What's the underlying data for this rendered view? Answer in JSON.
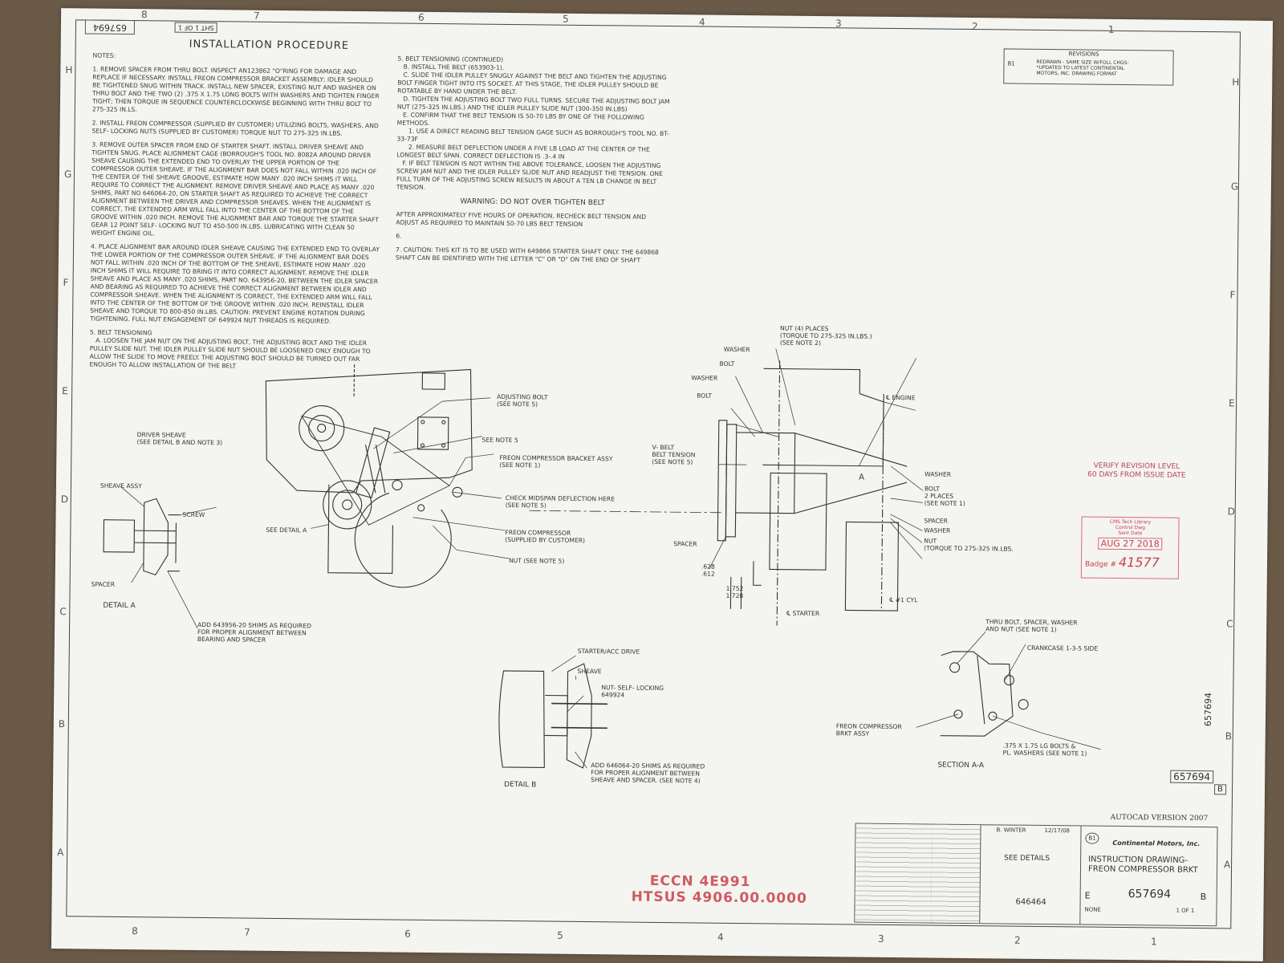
{
  "header": {
    "doc_no_rotated": "657694",
    "sheet": "SHT 1 OF 1",
    "title": "INSTALLATION PROCEDURE"
  },
  "zones": {
    "columns": [
      "8",
      "7",
      "6",
      "5",
      "4",
      "3",
      "2",
      "1"
    ],
    "rows": [
      "H",
      "G",
      "F",
      "E",
      "D",
      "C",
      "B",
      "A"
    ]
  },
  "notes": {
    "heading": "NOTES:",
    "n1": "1. REMOVE SPACER FROM THRU BOLT. INSPECT AN123862 \"O\"RING FOR DAMAGE AND REPLACE IF NECESSARY. INSTALL FREON COMPRESSOR BRACKET ASSEMBLY; IDLER SHOULD BE TIGHTENED SNUG WITHIN TRACK. INSTALL NEW SPACER, EXISTING NUT AND WASHER ON THRU BOLT AND THE TWO (2) .375 X 1.75 LONG BOLTS WITH WASHERS AND TIGHTEN FINGER TIGHT; THEN TORQUE IN SEQUENCE COUNTERCLOCKWISE BEGINNING WITH THRU BOLT TO 275-325 IN.LS.",
    "n2": "2. INSTALL FREON COMPRESSOR (SUPPLIED BY CUSTOMER) UTILIZING BOLTS, WASHERS, AND SELF- LOCKING NUTS (SUPPLIED BY CUSTOMER) TORQUE NUT TO 275-325 IN.LBS.",
    "n3": "3. REMOVE OUTER SPACER FROM END OF STARTER SHAFT. INSTALL DRIVER SHEAVE AND TIGHTEN SNUG. PLACE ALIGNMENT CAGE (BORROUGH'S TOOL NO. 8082A AROUND DRIVER SHEAVE CAUSING THE EXTENDED END TO OVERLAY THE UPPER PORTION OF THE COMPRESSOR OUTER SHEAVE. IF THE ALIGNMENT BAR DOES NOT FALL WITHIN .020 INCH OF THE CENTER OF THE SHEAVE GROOVE, ESTIMATE HOW MANY .020 INCH SHIMS IT WILL REQUIRE TO CORRECT THE ALIGNMENT. REMOVE DRIVER SHEAVE AND PLACE AS MANY .020 SHIMS, PART NO 646064-20, ON STARTER SHAFT AS REQUIRED TO ACHIEVE THE CORRECT ALIGNMENT BETWEEN THE DRIVER AND COMPRESSOR SHEAVES. WHEN THE ALIGNMENT IS CORRECT, THE EXTENDED ARM WILL FALL INTO THE CENTER OF THE BOTTOM OF THE GROOVE WITHIN .020 INCH. REMOVE THE ALIGNMENT BAR AND TORQUE THE STARTER SHAFT GEAR 12 POINT SELF- LOCKING NUT TO 450-500 IN.LBS. LUBRICATING WITH CLEAN 50 WEIGHT ENGINE OIL.",
    "n4": "4. PLACE ALIGNMENT BAR AROUND IDLER SHEAVE CAUSING THE EXTENDED END TO OVERLAY THE LOWER PORTION OF THE COMPRESSOR OUTER SHEAVE. IF THE ALIGNMENT BAR DOES NOT FALL WITHIN .020 INCH OF THE BOTTOM OF THE SHEAVE, ESTIMATE HOW MANY .020 INCH SHIMS IT WILL REQUIRE TO BRING IT INTO CORRECT ALIGNMENT. REMOVE THE IDLER SHEAVE AND PLACE AS MANY .020 SHIMS, PART NO. 643956-20, BETWEEN THE IDLER SPACER AND BEARING AS REQUIRED TO ACHIEVE THE CORRECT ALIGNMENT BETWEEN IDLER AND COMPRESSOR SHEAVE. WHEN THE ALIGNMENT IS CORRECT, THE EXTENDED ARM WILL FALL INTO THE CENTER OF THE BOTTOM OF THE GROOVE WITHIN .020 INCH. REINSTALL IDLER SHEAVE AND TORQUE TO 800-850 IN.LBS. CAUTION: PREVENT ENGINE ROTATION DURING TIGHTENING. FULL NUT ENGAGEMENT OF 649924 NUT THREADS IS REQUIRED.",
    "n5": "5. BELT TENSIONING\n   A. LOOSEN THE JAM NUT ON THE ADJUSTING BOLT, THE ADJUSTING BOLT AND THE IDLER PULLEY SLIDE NUT. THE IDLER PULLEY SLIDE NUT SHOULD BE LOOSENED ONLY ENOUGH TO ALLOW THE SLIDE TO MOVE FREELY. THE ADJUSTING BOLT SHOULD BE TURNED OUT FAR ENOUGH TO ALLOW INSTALLATION OF THE BELT",
    "n5c": "5. BELT TENSIONING (CONTINUED)\n   B. INSTALL THE BELT (653903-1).\n   C. SLIDE THE IDLER PULLEY SNUGLY AGAINST THE BELT AND TIGHTEN THE ADJUSTING BOLT FINGER TIGHT INTO ITS SOCKET. AT THIS STAGE, THE IDLER PULLEY SHOULD BE ROTATABLE BY HAND UNDER THE BELT.\n   D. TIGHTEN THE ADJUSTING BOLT TWO FULL TURNS. SECURE THE ADJUSTING BOLT JAM NUT (275-325 IN.LBS.) AND THE IDLER PULLEY SLIDE NUT (300-350 IN.LBS)\n   E. CONFIRM THAT THE BELT TENSION IS 50-70 LBS BY ONE OF THE FOLLOWING METHODS.\n      1. USE A DIRECT READING BELT TENSION GAGE SUCH AS BORROUGH'S TOOL NO. BT-33-73F\n      2. MEASURE BELT DEFLECTION UNDER A FIVE LB LOAD AT THE CENTER OF THE LONGEST BELT SPAN. CORRECT DEFLECTION IS .3-.4 IN\n   F. IF BELT TENSION IS NOT WITHIN THE ABOVE TOLERANCE, LOOSEN THE ADJUSTING SCREW JAM NUT AND THE IDLER PULLEY SLIDE NUT AND READJUST THE TENSION. ONE FULL TURN OF THE ADJUSTING SCREW RESULTS IN ABOUT A TEN LB CHANGE IN BELT TENSION.",
    "warning": "WARNING: DO NOT OVER TIGHTEN BELT",
    "after": "AFTER APPROXIMATELY FIVE HOURS OF OPERATION, RECHECK BELT TENSION AND ADJUST AS REQUIRED TO MAINTAIN 50-70 LBS BELT TENSION",
    "n6": "6.",
    "n7": "7. CAUTION: THIS KIT IS TO BE USED WITH 649866 STARTER SHAFT ONLY. THE 649868 SHAFT CAN BE IDENTIFIED WITH THE LETTER \"C\" OR \"D\" ON THE END OF SHAFT"
  },
  "callouts": {
    "adjusting_bolt": "ADJUSTING BOLT\n(SEE NOTE 5)",
    "driver_sheave": "DRIVER SHEAVE\n(SEE DETAIL B AND NOTE 3)",
    "see_note5": "SEE NOTE 5",
    "freon_bracket": "FREON COMPRESSOR BRACKET ASSY\n(SEE NOTE 1)",
    "check_midspan": "CHECK MIDSPAN DEFLECTION HERE\n(SEE NOTE 5)",
    "freon_compressor": "FREON COMPRESSOR\n(SUPPLIED BY CUSTOMER)",
    "nut_note5": "NUT (SEE NOTE 5)",
    "see_detail_a": "SEE DETAIL A",
    "sheave_assy": "SHEAVE ASSY",
    "screw": "SCREW",
    "spacer": "SPACER",
    "detail_a": "DETAIL A",
    "add_shims_a": "ADD 643956-20 SHIMS AS REQUIRED\nFOR PROPER ALIGNMENT BETWEEN\nBEARING AND SPACER",
    "nut4": "NUT (4) PLACES\n(TORQUE TO 275-325 IN.LBS.)\n(SEE NOTE 2)",
    "washer1": "WASHER",
    "bolt1": "BOLT",
    "washer2": "WASHER",
    "bolt2": "BOLT",
    "engine": "℄ ENGINE",
    "vbelt": "V- BELT\nBELT TENSION\n(SEE NOTE 5)",
    "washer3": "WASHER",
    "bolt_2places": "BOLT\n2 PLACES\n(SEE NOTE 1)",
    "spacer2": "SPACER",
    "washer4": "WASHER",
    "nut_torque": "NUT\n(TORQUE TO 275-325 IN.LBS.",
    "spacer3": "SPACER",
    "dim1": ".628\n.612",
    "dim2": "1.752\n1.728",
    "starter_cl": "℄ STARTER",
    "cyl_cl": "℄ #1 CYL",
    "starter_acc": "STARTER/ACC DRIVE",
    "sheave": "SHEAVE",
    "nut_self": "NUT- SELF- LOCKING\n649924",
    "add_shims_b": "ADD 646064-20 SHIMS AS REQUIRED\nFOR PROPER ALIGNMENT BETWEEN\nSHEAVE AND SPACER. (SEE NOTE 4)",
    "detail_b": "DETAIL B",
    "thru_bolt": "THRU BOLT, SPACER, WASHER\nAND NUT (SEE NOTE 1)",
    "crankcase": "CRANKCASE 1-3-5 SIDE",
    "freon_brkt": "FREON COMPRESSOR\nBRKT ASSY",
    "bolts_375": ".375 X 1.75 LG BOLTS &\nPL. WASHERS (SEE NOTE 1)",
    "section_aa": "SECTION A-A",
    "a_marker": "A"
  },
  "stamps": {
    "verify": "VERIFY REVISION LEVEL\n60 DAYS FROM ISSUE DATE",
    "cms": "CMS Tech Library\nControl Dwg\nSent Date",
    "date": "AUG 27 2018",
    "badge_label": "Badge #",
    "badge_no": "41577",
    "eccn": "ECCN 4E991",
    "htsus": "HTSUS 4906.00.0000"
  },
  "revisions": {
    "heading": "REVISIONS",
    "rev": "B1",
    "desc": "REDRAWN - SAME SIZE W/FOLL CHGS:\n*UPDATED TO LATEST CONTINENTAL\nMOTORS, INC. DRAWING FORMAT"
  },
  "title_block": {
    "autocad": "AUTOCAD VERSION 2007",
    "company": "Continental Motors, Inc.",
    "drawn_by": "B. WINTER",
    "date": "12/17/08",
    "see_details": "SEE DETAILS",
    "part_ref": "646464",
    "title1": "INSTRUCTION DRAWING-",
    "title2": "FREON COMPRESSOR BRKT",
    "size": "E",
    "dwg_no": "657694",
    "rev": "B",
    "scale": "NONE",
    "sheet": "1 OF 1",
    "b1": "B1",
    "side_no": "657694",
    "side_rev": "B",
    "side_vert": "657694"
  }
}
